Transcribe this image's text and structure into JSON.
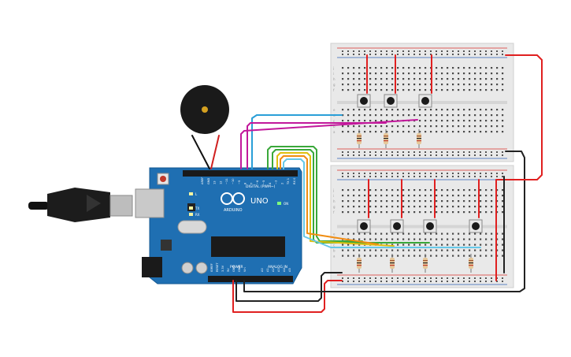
{
  "board": {
    "logo_text": "ARDUINO",
    "model": "UNO",
    "digital_header": "DIGITAL (PWM~)",
    "power_header": "POWER",
    "analog_header": "ANALOG IN",
    "on_label": "ON",
    "l_label": "L",
    "tx_label": "TX",
    "rx_label": "RX",
    "digital_pins": [
      "AREF",
      "GND",
      "13",
      "12",
      "~11",
      "~10",
      "~9",
      "8",
      "7",
      "~6",
      "~5",
      "4",
      "~3",
      "2",
      "TX 1",
      "RX 0"
    ],
    "power_pins": [
      "IOREF",
      "RESET",
      "3.3V",
      "5V",
      "GND",
      "GND",
      "Vin"
    ],
    "analog_pins": [
      "A0",
      "A1",
      "A2",
      "A3",
      "A4",
      "A5"
    ]
  },
  "breadboard_top": {
    "row_letters_top": [
      "j",
      "i",
      "h",
      "g",
      "f"
    ],
    "row_letters_bottom": [
      "e",
      "d",
      "c",
      "b",
      "a"
    ],
    "columns": 30
  },
  "breadboard_bottom": {
    "row_letters_top": [
      "j",
      "i",
      "h",
      "g",
      "f"
    ],
    "row_letters_bottom": [
      "e",
      "d",
      "c",
      "b",
      "a"
    ],
    "columns": 30
  },
  "colors": {
    "board": "#1f6fb2",
    "breadboard": "#e9e9e9",
    "rail_red": "#d9302c",
    "rail_blue": "#2e5fb7",
    "wire_red": "#e02020",
    "wire_black": "#222222",
    "wire_magenta": "#c2189b",
    "wire_blue": "#2a9fd8",
    "wire_green": "#3aa83a",
    "wire_yellow": "#e0c010",
    "wire_orange": "#f08c10",
    "wire_cyan": "#66c8e8"
  }
}
